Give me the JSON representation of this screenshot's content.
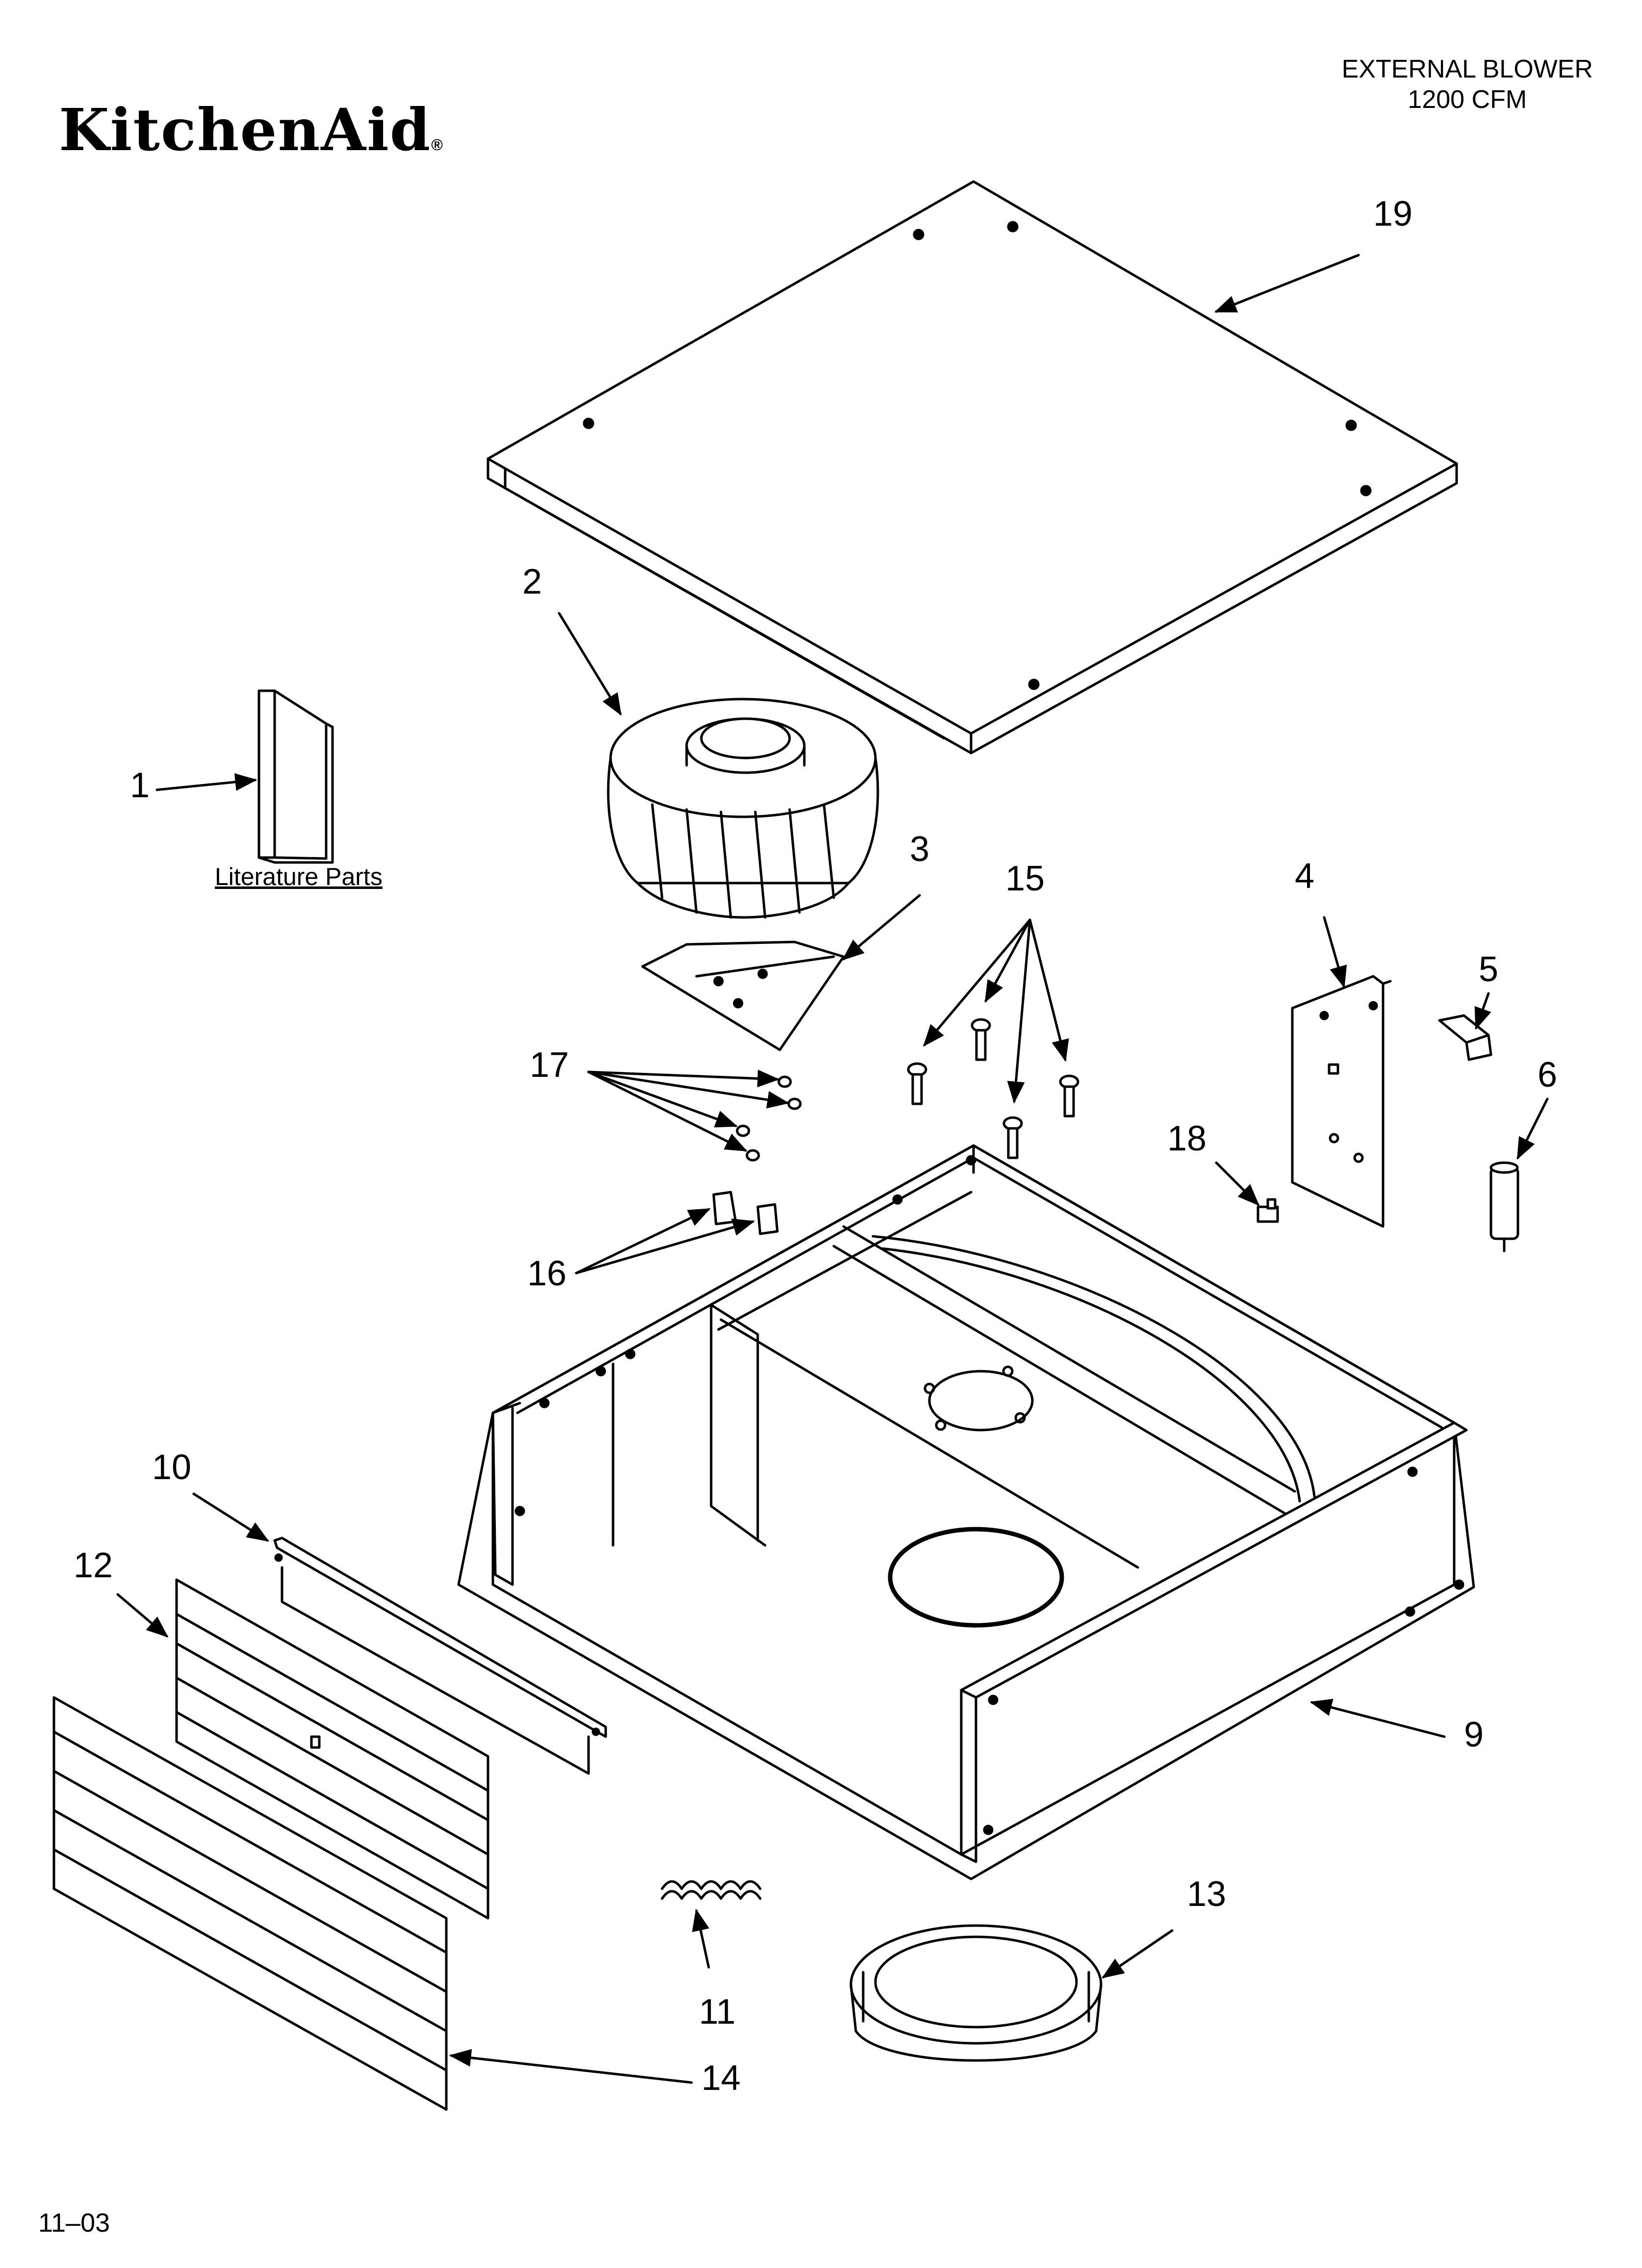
{
  "brand": "KitchenAid",
  "brand_mark": "®",
  "title": {
    "line1": "EXTERNAL BLOWER",
    "line2": "1200 CFM"
  },
  "literature_label": "Literature Parts",
  "footer_code": "11–03",
  "callouts": {
    "c1": "1",
    "c2": "2",
    "c3": "3",
    "c4": "4",
    "c5": "5",
    "c6": "6",
    "c9": "9",
    "c10": "10",
    "c11": "11",
    "c12": "12",
    "c13": "13",
    "c14": "14",
    "c15": "15",
    "c16": "16",
    "c17": "17",
    "c18": "18",
    "c19": "19"
  }
}
